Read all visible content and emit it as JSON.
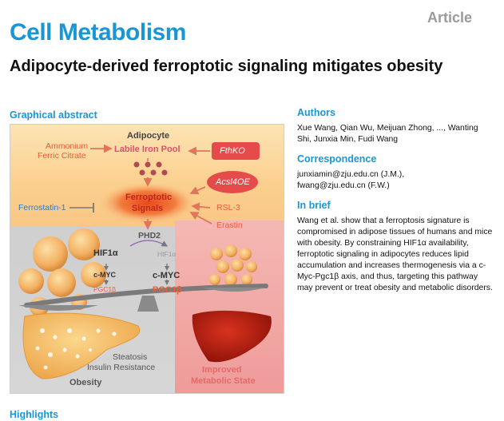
{
  "header": {
    "article_type": "Article",
    "journal": "Cell Metabolism",
    "title": "Adipocyte-derived ferroptotic signaling mitigates obesity"
  },
  "graphical_abstract": {
    "heading": "Graphical abstract",
    "adipocyte": "Adipocyte",
    "ammonium": "Ammonium",
    "ferric_citrate": "Ferric Citrate",
    "labile_iron_pool": "Labile Iron Pool",
    "fthko": "FthKO",
    "acsl4oe": "Acsl4OE",
    "ferrostatin": "Ferrostatin-1",
    "ferroptotic": "Ferroptotic",
    "signals": "Signals",
    "rsl3": "RSL-3",
    "erastin": "Erastin",
    "phd2": "PHD2",
    "hif1a_left": "HIF1α",
    "hif1a_right": "HIF1α",
    "cmyc_left": "c-MYC",
    "cmyc_right": "c-MYC",
    "pgc1b_left": "PGC1β",
    "pgc1b_right": "PGC1β",
    "steatosis": "Steatosis",
    "insulin_resistance": "Insulin Resistance",
    "obesity": "Obesity",
    "improved": "Improved",
    "metabolic_state": "Metabolic State",
    "colors": {
      "accent": "#1a96d4",
      "orange": "#e8603a",
      "red_box": "#e64b4b",
      "arrow": "#e0755a"
    }
  },
  "authors": {
    "heading": "Authors",
    "names": "Xue Wang, Qian Wu, Meijuan Zhong, ..., Wanting Shi, Junxia Min, Fudi Wang"
  },
  "correspondence": {
    "heading": "Correspondence",
    "email1": "junxiamin@zju.edu.cn (J.M.),",
    "email2": "fwang@zju.edu.cn (F.W.)"
  },
  "in_brief": {
    "heading": "In brief",
    "text": "Wang et al. show that a ferroptosis signature is compromised in adipose tissues of humans and mice with obesity. By constraining HIF1α availability, ferroptotic signaling in adipocytes reduces lipid accumulation and increases thermogenesis via a c-Myc-Pgc1β axis, and thus, targeting this pathway may prevent or treat obesity and metabolic disorders."
  },
  "highlights": {
    "heading": "Highlights"
  }
}
